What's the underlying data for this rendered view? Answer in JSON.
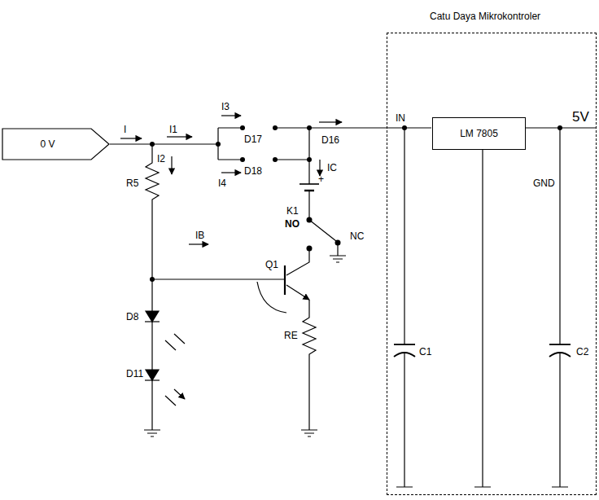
{
  "diagram": {
    "nodes": [
      {
        "text": [
          "0 V"
        ]
      },
      {
        "text": [
          "Catu Daya Mikrokontroler"
        ]
      },
      {
        "text": [
          "LM 7805"
        ],
        "in": 1
      }
    ],
    "labels": [
      "I",
      "I1",
      "I2",
      "I3",
      "I4",
      "D17",
      "D16",
      "D18",
      "IC",
      "+",
      "R5",
      "IB",
      "K1",
      "NO",
      "NC",
      "Q1",
      "D8",
      "D11",
      "RE",
      "IN",
      "5V",
      "GND",
      "C1",
      "C2"
    ]
  }
}
